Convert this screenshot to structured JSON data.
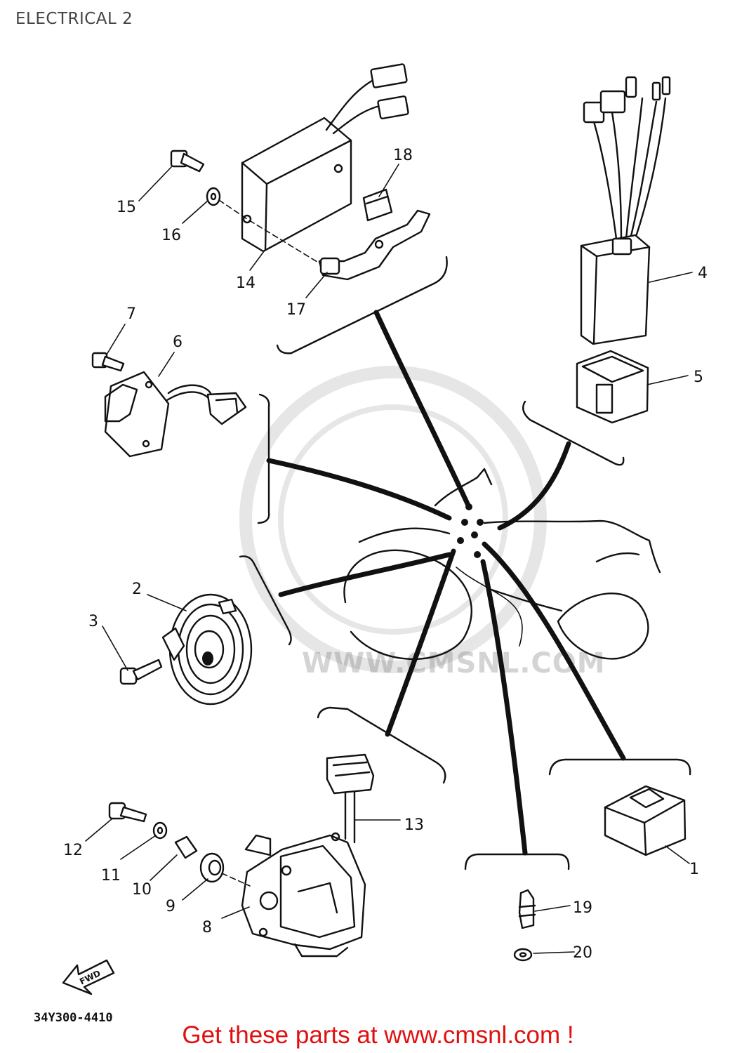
{
  "title": "ELECTRICAL 2",
  "diagram_code": "34Y300-4410",
  "watermark": "WWW.CMSNL.COM",
  "footer": "Get these parts at www.cmsnl.com !",
  "fwd_label": "FWD",
  "labels": {
    "p1": "1",
    "p2": "2",
    "p3": "3",
    "p4": "4",
    "p5": "5",
    "p6": "6",
    "p7": "7",
    "p8": "8",
    "p9": "9",
    "p10": "10",
    "p11": "11",
    "p12": "12",
    "p13": "13",
    "p14": "14",
    "p15": "15",
    "p16": "16",
    "p17": "17",
    "p18": "18",
    "p19": "19",
    "p20": "20"
  }
}
